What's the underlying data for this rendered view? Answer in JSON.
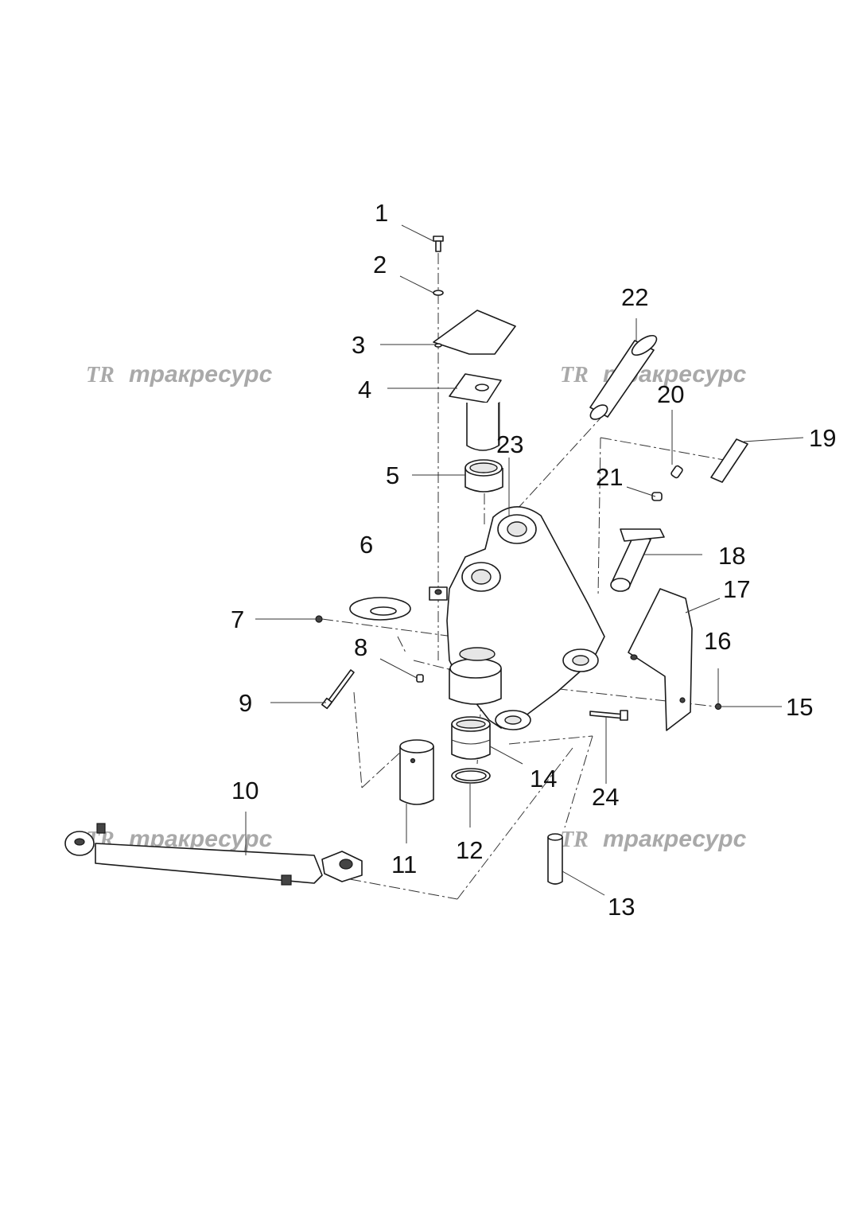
{
  "callouts": {
    "c1": "1",
    "c2": "2",
    "c3": "3",
    "c4": "4",
    "c5": "5",
    "c6": "6",
    "c7": "7",
    "c8": "8",
    "c9": "9",
    "c10": "10",
    "c11": "11",
    "c12": "12",
    "c13": "13",
    "c14": "14",
    "c15": "15",
    "c16": "16",
    "c17": "17",
    "c18": "18",
    "c19": "19",
    "c20": "20",
    "c21": "21",
    "c22": "22",
    "c23": "23",
    "c24": "24"
  },
  "watermark": {
    "logo": "TR",
    "text": "тракресурс",
    "color": "#a9a9a9"
  }
}
